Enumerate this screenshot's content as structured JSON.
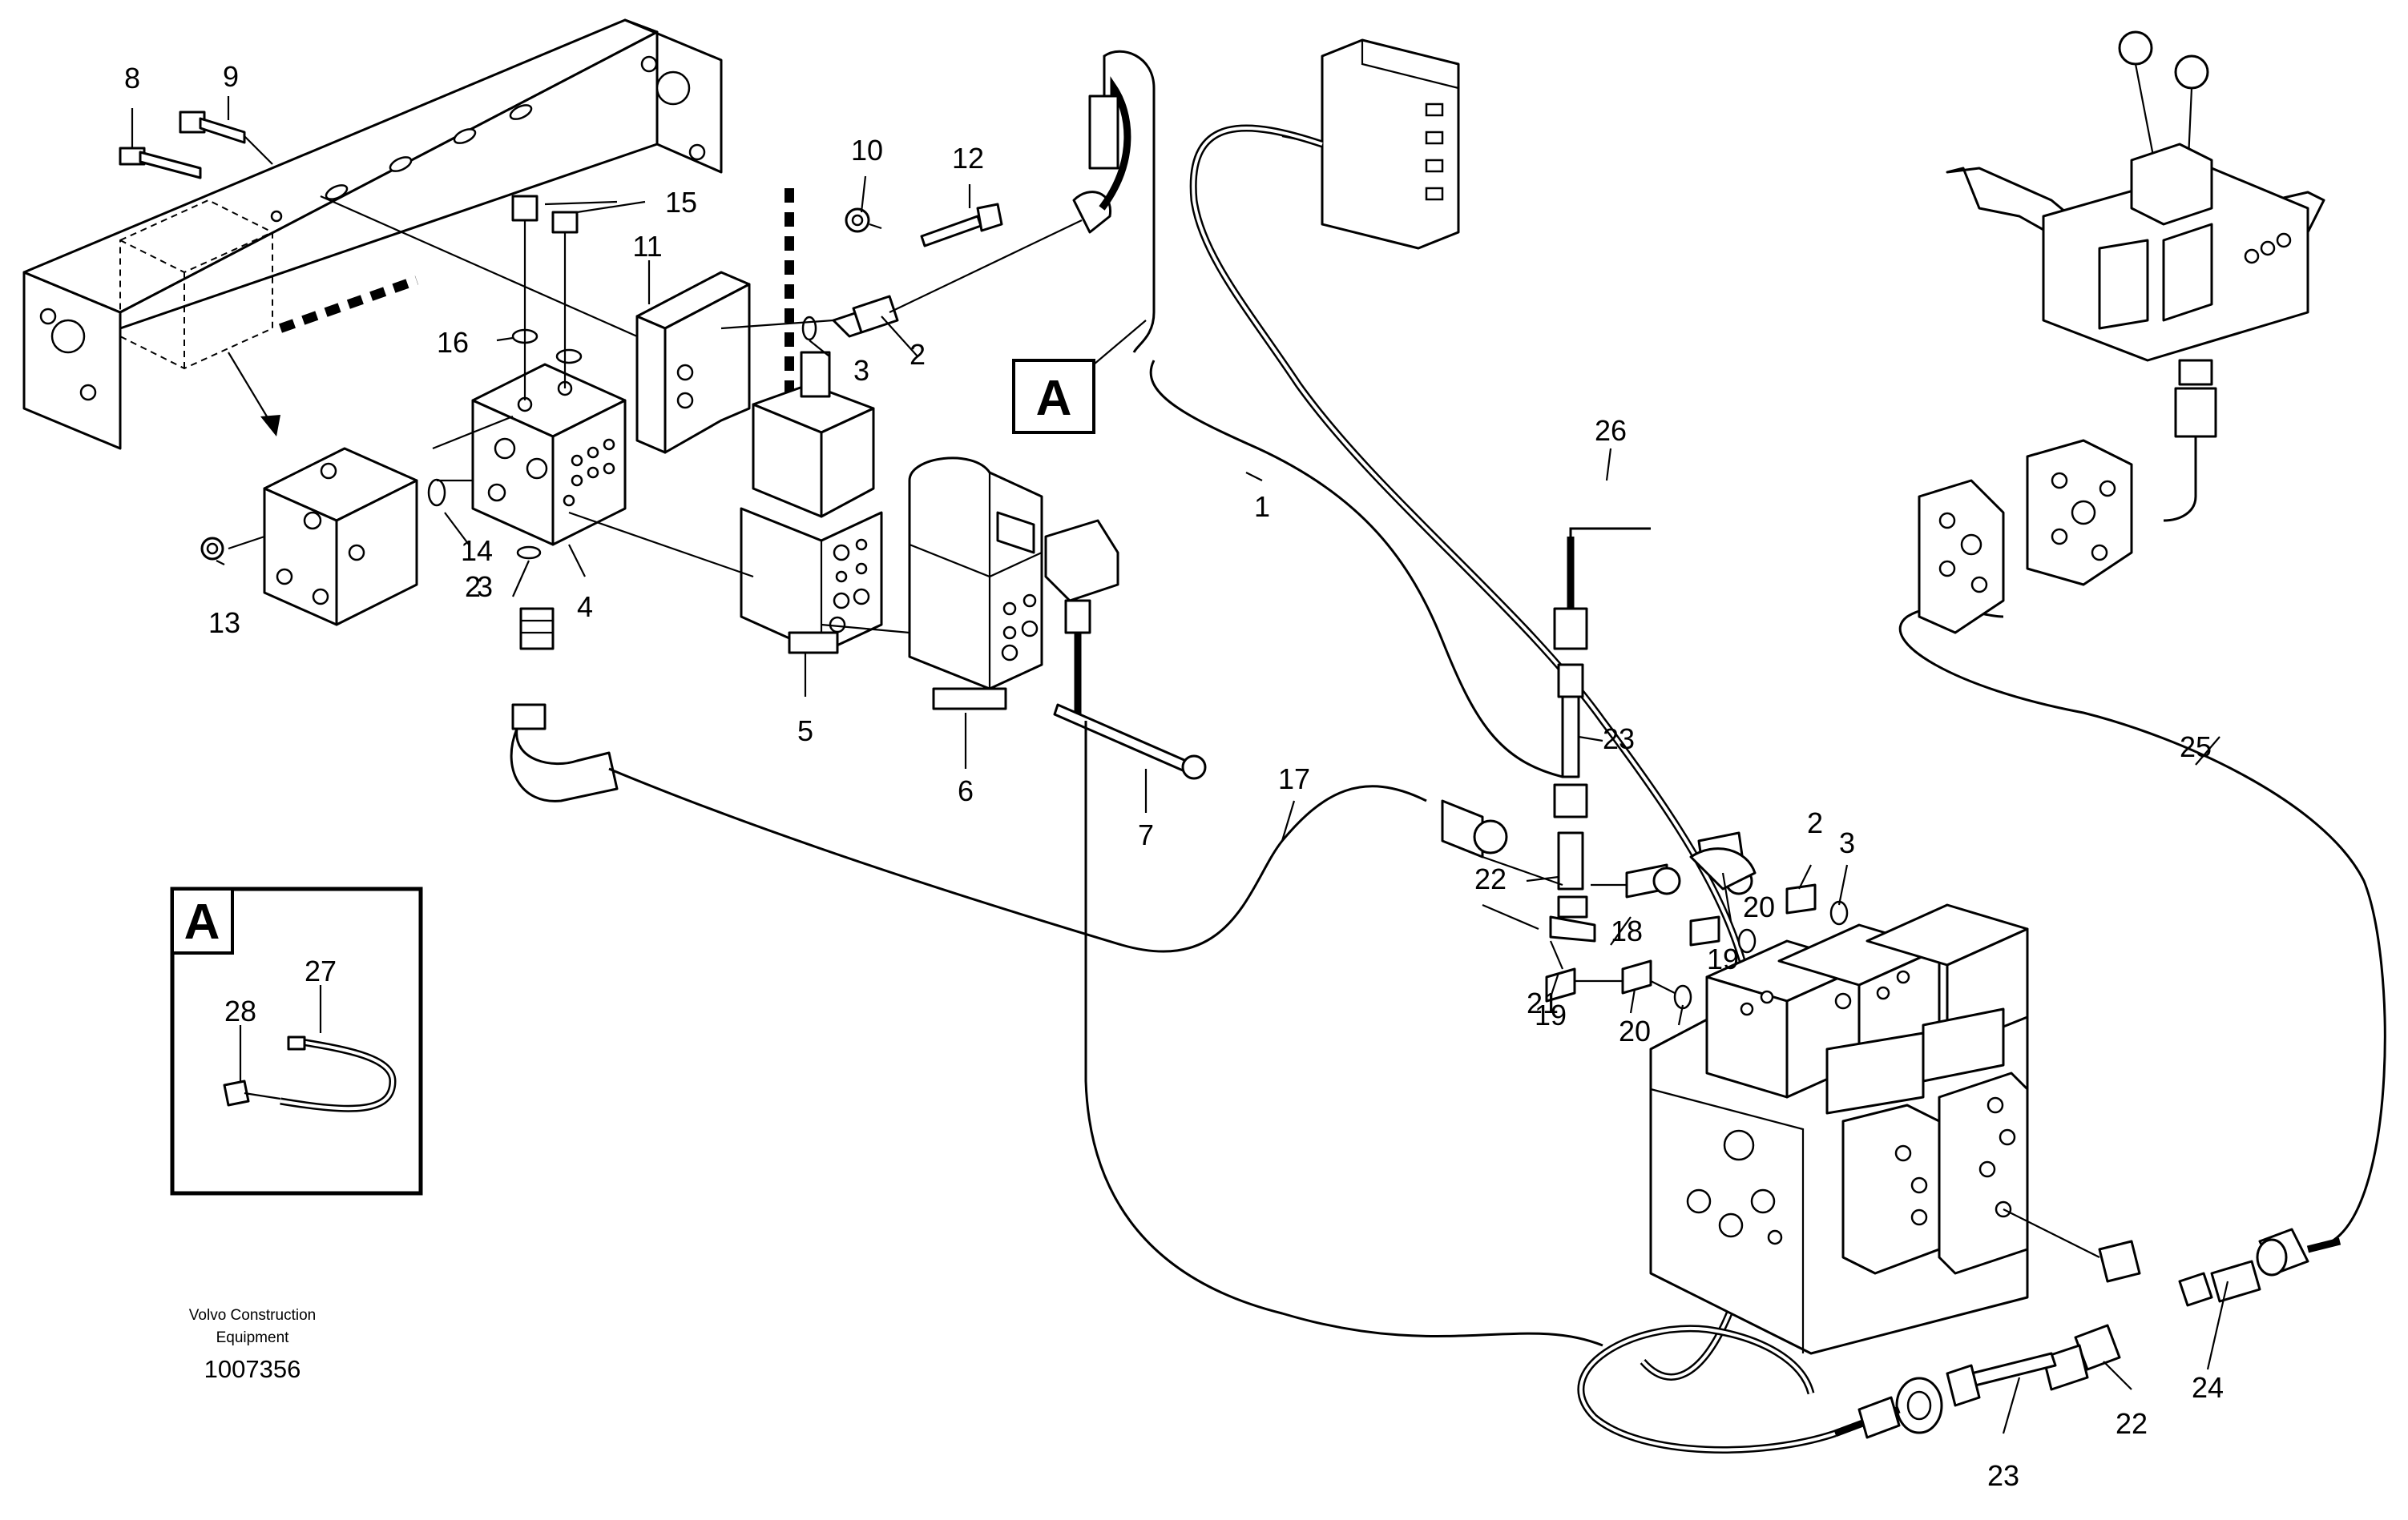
{
  "diagram": {
    "labels": [
      {
        "id": "label-1",
        "text": "1"
      },
      {
        "id": "label-2a",
        "text": "2"
      },
      {
        "id": "label-2b",
        "text": "2"
      },
      {
        "id": "label-2c",
        "text": "2"
      },
      {
        "id": "label-3a",
        "text": "3"
      },
      {
        "id": "label-3b",
        "text": "3"
      },
      {
        "id": "label-3c",
        "text": "3"
      },
      {
        "id": "label-4",
        "text": "4"
      },
      {
        "id": "label-5",
        "text": "5"
      },
      {
        "id": "label-6",
        "text": "6"
      },
      {
        "id": "label-7",
        "text": "7"
      },
      {
        "id": "label-8",
        "text": "8"
      },
      {
        "id": "label-9",
        "text": "9"
      },
      {
        "id": "label-10",
        "text": "10"
      },
      {
        "id": "label-11",
        "text": "11"
      },
      {
        "id": "label-12",
        "text": "12"
      },
      {
        "id": "label-13",
        "text": "13"
      },
      {
        "id": "label-14",
        "text": "14"
      },
      {
        "id": "label-15",
        "text": "15"
      },
      {
        "id": "label-16",
        "text": "16"
      },
      {
        "id": "label-17",
        "text": "17"
      },
      {
        "id": "label-18",
        "text": "18"
      },
      {
        "id": "label-19a",
        "text": "19"
      },
      {
        "id": "label-19b",
        "text": "19"
      },
      {
        "id": "label-20a",
        "text": "20"
      },
      {
        "id": "label-20b",
        "text": "20"
      },
      {
        "id": "label-21",
        "text": "21"
      },
      {
        "id": "label-22a",
        "text": "22"
      },
      {
        "id": "label-22b",
        "text": "22"
      },
      {
        "id": "label-23a",
        "text": "23"
      },
      {
        "id": "label-23b",
        "text": "23"
      },
      {
        "id": "label-24",
        "text": "24"
      },
      {
        "id": "label-25",
        "text": "25"
      },
      {
        "id": "label-26",
        "text": "26"
      },
      {
        "id": "label-27",
        "text": "27"
      },
      {
        "id": "label-28",
        "text": "28"
      }
    ],
    "callout_main": "A",
    "callout_inset": "A",
    "brand_line1": "Volvo Construction",
    "brand_line2": "Equipment",
    "document_number": "1007356"
  }
}
